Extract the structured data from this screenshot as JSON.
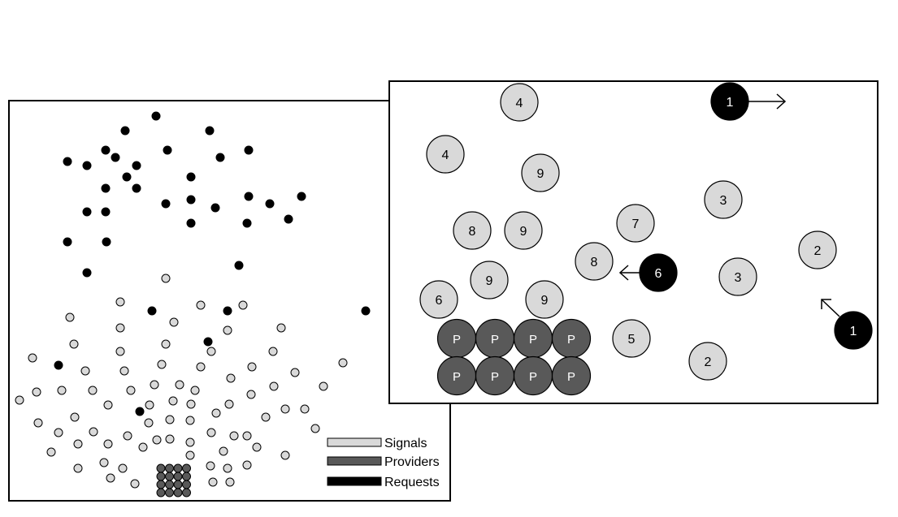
{
  "colors": {
    "signal": "#d9d9d9",
    "provider": "#595959",
    "request": "#000000",
    "outline": "#000000"
  },
  "legend": {
    "signals": "Signals",
    "providers": "Providers",
    "requests": "Requests"
  },
  "zoom": {
    "signals": [
      "4",
      "4",
      "9",
      "8",
      "9",
      "9",
      "6",
      "9",
      "8",
      "7",
      "3",
      "3",
      "2",
      "5",
      "2"
    ],
    "provider_label": "P",
    "requests": [
      "1",
      "6",
      "1"
    ]
  }
}
